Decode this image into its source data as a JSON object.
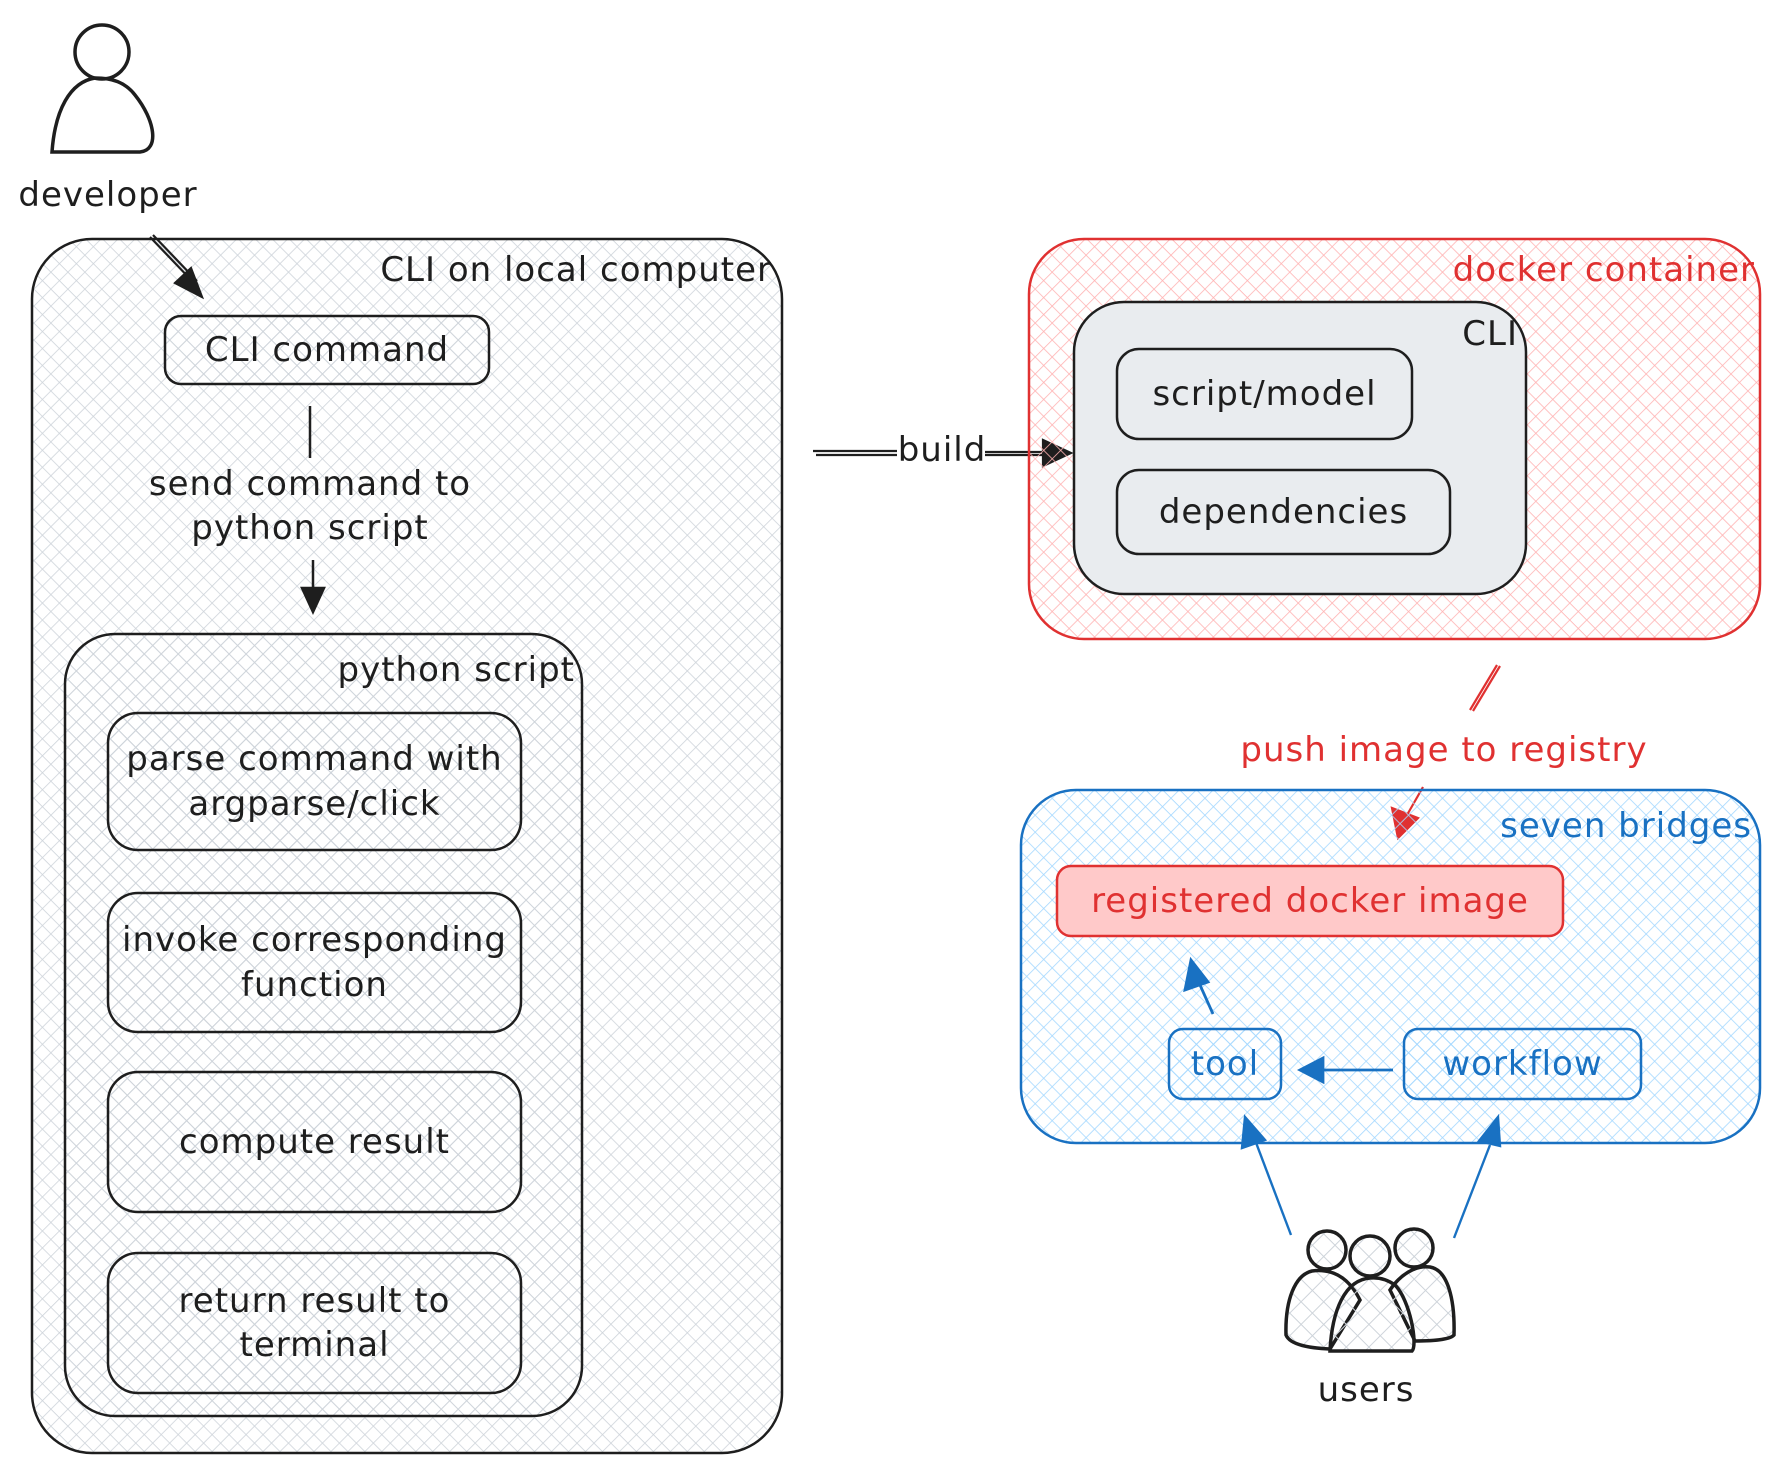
{
  "diagram": {
    "actors": {
      "developer": {
        "label": "developer",
        "icon": "person-icon"
      },
      "users": {
        "label": "users",
        "icon": "users-group-icon"
      }
    },
    "groups": {
      "cli_local": {
        "title": "CLI on local computer",
        "stroke": "#1e1e1e",
        "fill": "#ced4da"
      },
      "python_script": {
        "title": "python script",
        "stroke": "#1e1e1e",
        "fill": "#ced4da"
      },
      "docker_container": {
        "title": "docker container",
        "stroke": "#e03131",
        "fill": "#ffc9c9"
      },
      "cli_container": {
        "title": "CLI",
        "stroke": "#1e1e1e",
        "fill": "#e9ecef"
      },
      "seven_bridges": {
        "title": "seven bridges",
        "stroke": "#1971c2",
        "fill": "#a5d8ff"
      }
    },
    "nodes": {
      "cli_command": "CLI command",
      "parse": "parse command with argparse/click",
      "invoke": "invoke corresponding function",
      "compute": "compute result",
      "return": "return result to terminal",
      "script_model": "script/model",
      "dependencies": "dependencies",
      "registered_image": "registered docker image",
      "tool": "tool",
      "workflow": "workflow"
    },
    "edges": {
      "send_command": "send command to python script",
      "build": "build",
      "push_image": "push image to registry"
    },
    "colors": {
      "ink": "#1e1e1e",
      "red": "#e03131",
      "red_fill": "#ffc9c9",
      "blue": "#1971c2",
      "blue_fill": "#a5d8ff",
      "gray_fill": "#e9ecef"
    }
  }
}
